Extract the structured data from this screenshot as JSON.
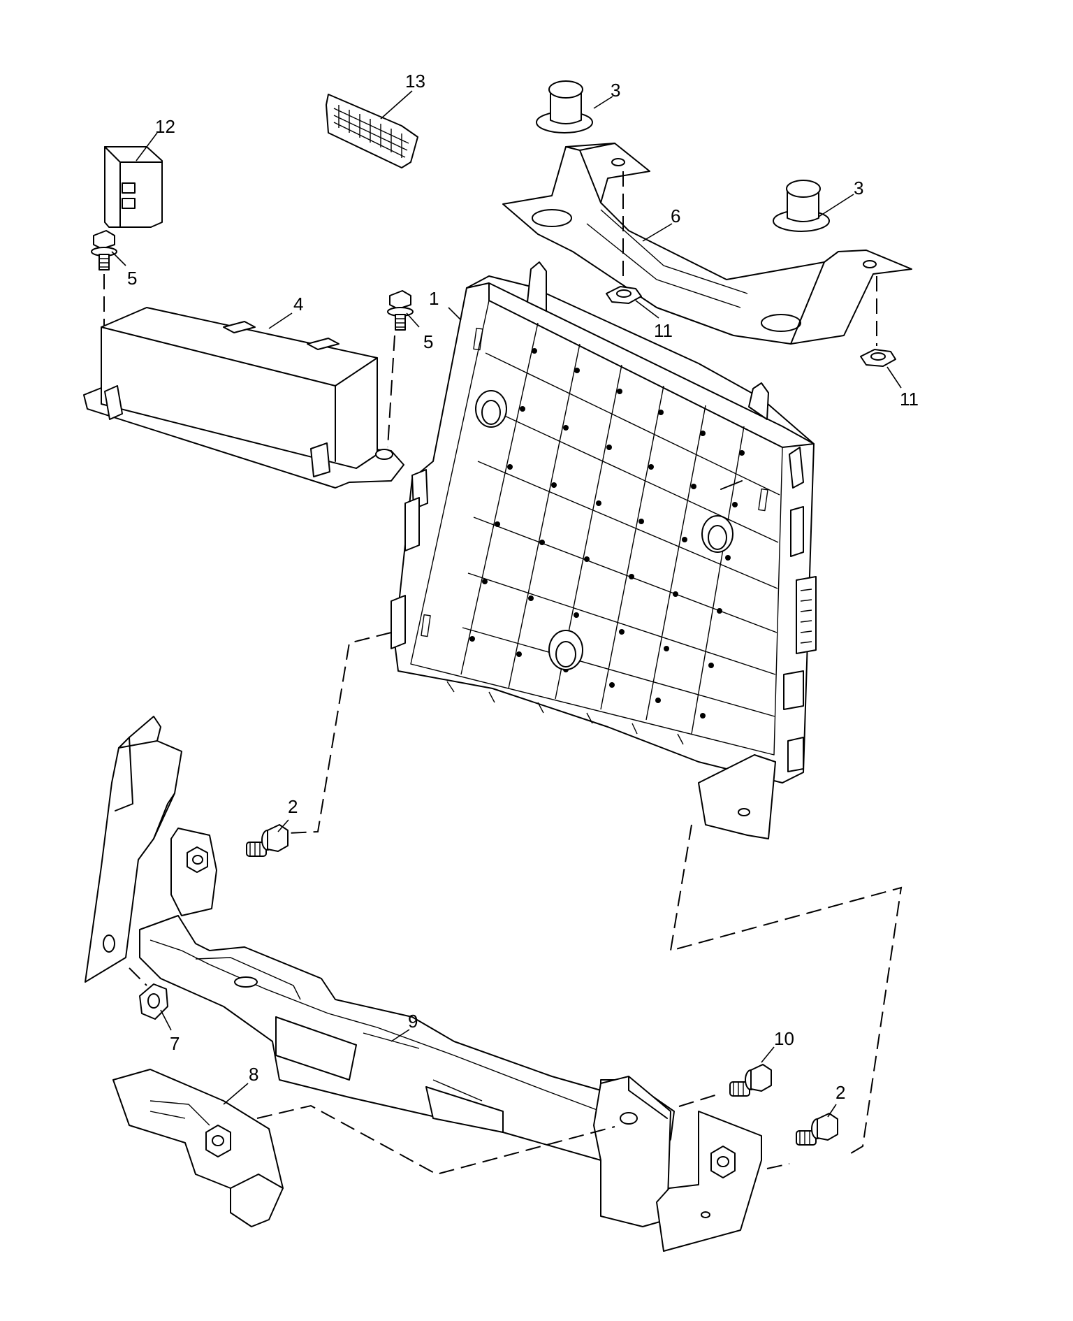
{
  "diagram": {
    "callouts": [
      {
        "id": "p1",
        "label": "1"
      },
      {
        "id": "p2a",
        "label": "2"
      },
      {
        "id": "p2b",
        "label": "2"
      },
      {
        "id": "p3a",
        "label": "3"
      },
      {
        "id": "p3b",
        "label": "3"
      },
      {
        "id": "p4",
        "label": "4"
      },
      {
        "id": "p5a",
        "label": "5"
      },
      {
        "id": "p5b",
        "label": "5"
      },
      {
        "id": "p6",
        "label": "6"
      },
      {
        "id": "p7",
        "label": "7"
      },
      {
        "id": "p8",
        "label": "8"
      },
      {
        "id": "p9",
        "label": "9"
      },
      {
        "id": "p10",
        "label": "10"
      },
      {
        "id": "p11a",
        "label": "11"
      },
      {
        "id": "p11b",
        "label": "11"
      },
      {
        "id": "p12",
        "label": "12"
      },
      {
        "id": "p13",
        "label": "13"
      }
    ]
  }
}
